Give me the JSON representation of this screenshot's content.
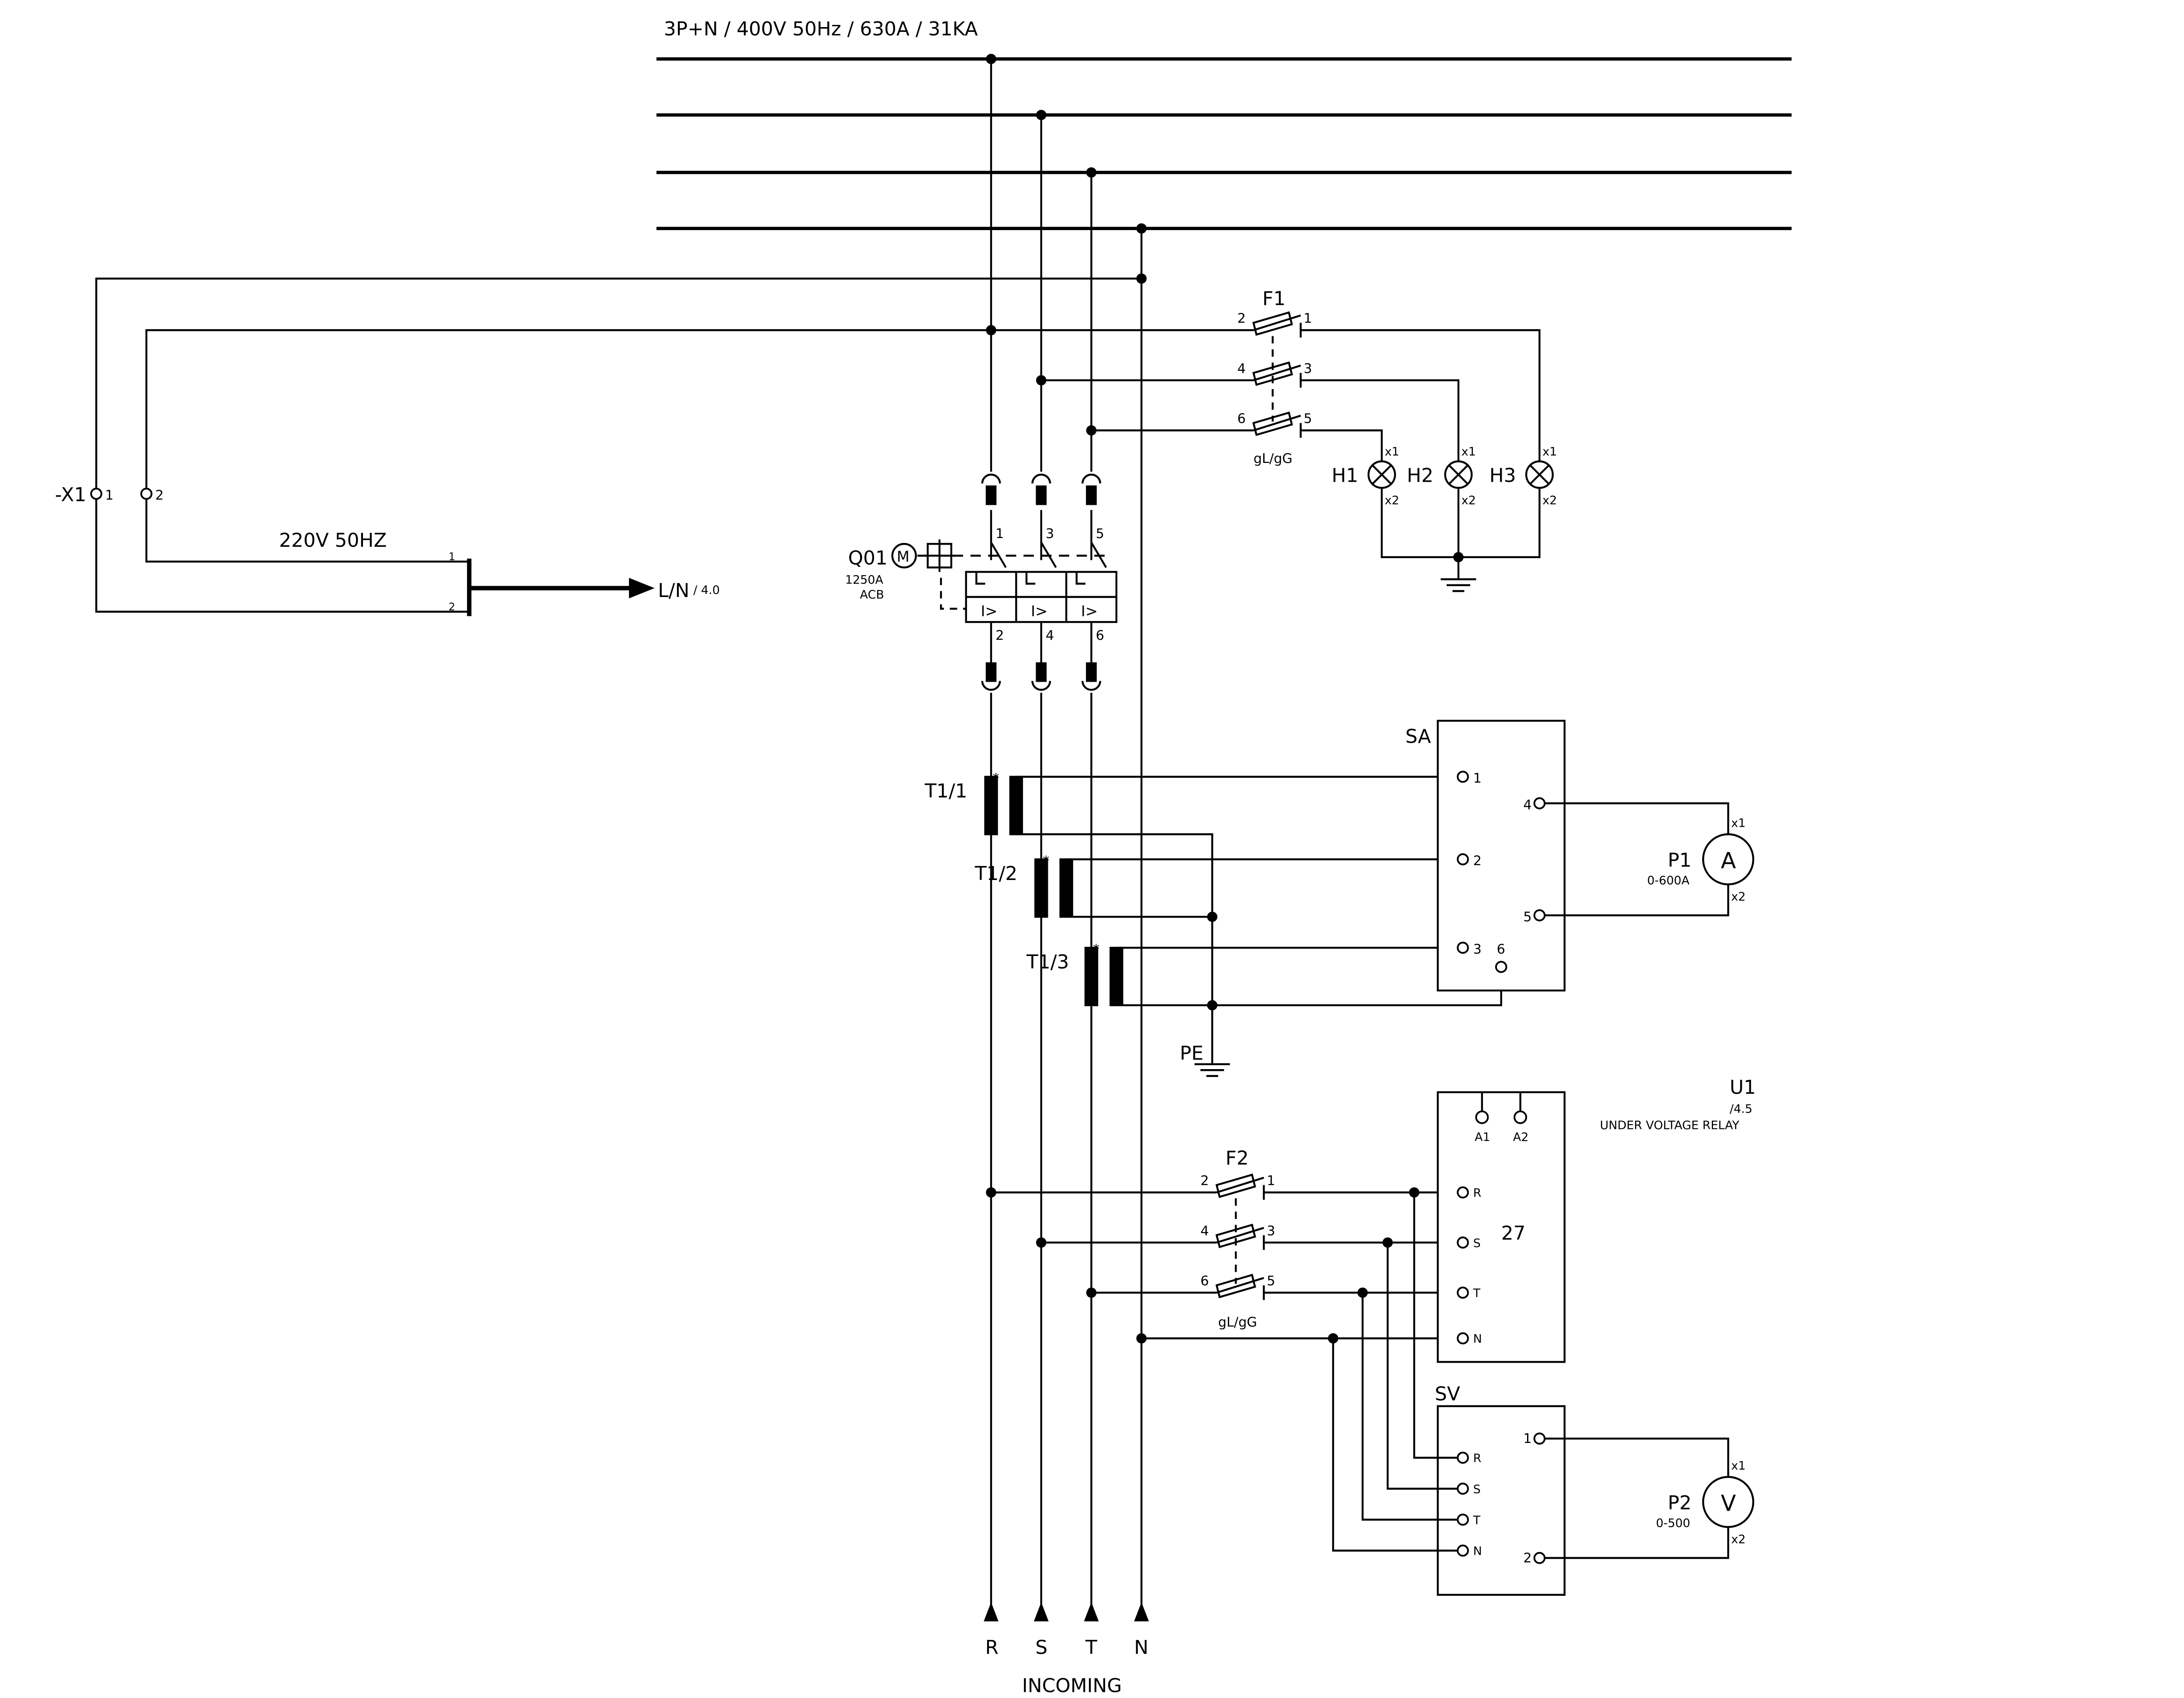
{
  "busbar": {
    "label": "3P+N / 400V 50Hz / 630A / 31KA"
  },
  "terminal_strip": {
    "name": "-X1",
    "t1": "1",
    "t2": "2"
  },
  "control_supply": {
    "label": "220V 50HZ",
    "pin1": "1",
    "pin2": "2",
    "output": "L/N",
    "ref": "/ 4.0"
  },
  "breaker": {
    "tag": "Q01",
    "rating": "1250A",
    "type": "ACB",
    "motor": "M",
    "line_pins": [
      "1",
      "3",
      "5"
    ],
    "load_pins": [
      "2",
      "4",
      "6"
    ],
    "trip": "I>"
  },
  "fuse_f1": {
    "tag": "F1",
    "pins": [
      [
        "2",
        "1"
      ],
      [
        "4",
        "3"
      ],
      [
        "6",
        "5"
      ]
    ],
    "type": "gL/gG"
  },
  "lamps": [
    {
      "tag": "H1"
    },
    {
      "tag": "H2"
    },
    {
      "tag": "H3"
    }
  ],
  "lamp_pins": {
    "top": "x1",
    "bottom": "x2"
  },
  "cts": [
    {
      "tag": "T1/1"
    },
    {
      "tag": "T1/2"
    },
    {
      "tag": "T1/3"
    }
  ],
  "ct_mark": "*",
  "earth": {
    "label": "PE"
  },
  "ammeter_switch": {
    "tag": "SA",
    "pins": [
      "1",
      "2",
      "3",
      "4",
      "5",
      "6"
    ]
  },
  "ammeter": {
    "tag": "P1",
    "range": "0-600A",
    "symbol": "A",
    "pin_top": "x1",
    "pin_bottom": "x2"
  },
  "relay": {
    "tag": "U1",
    "ref": "/4.5",
    "desc": "UNDER VOLTAGE RELAY",
    "code": "27",
    "coil_pins": [
      "A1",
      "A2"
    ],
    "inputs": [
      "R",
      "S",
      "T",
      "N"
    ]
  },
  "fuse_f2": {
    "tag": "F2",
    "pins": [
      [
        "2",
        "1"
      ],
      [
        "4",
        "3"
      ],
      [
        "6",
        "5"
      ]
    ],
    "type": "gL/gG"
  },
  "voltmeter_switch": {
    "tag": "SV",
    "inputs": [
      "R",
      "S",
      "T",
      "N"
    ],
    "outputs": [
      "1",
      "2"
    ]
  },
  "voltmeter": {
    "tag": "P2",
    "range": "0-500",
    "symbol": "V",
    "pin_top": "x1",
    "pin_bottom": "x2"
  },
  "incoming": {
    "phases": [
      "R",
      "S",
      "T",
      "N"
    ],
    "label": "INCOMING"
  }
}
